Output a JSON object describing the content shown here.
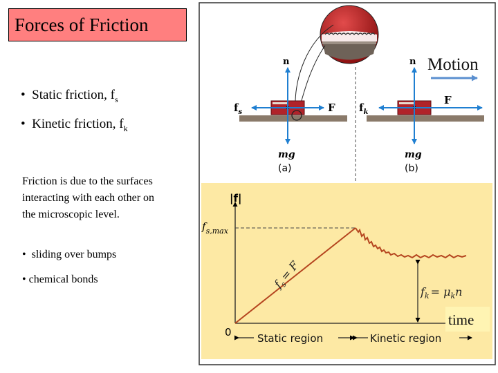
{
  "slide": {
    "title": "Forces of Friction",
    "bullets": [
      {
        "text": "Static friction, f",
        "sub": "s"
      },
      {
        "text": "Kinetic friction, f",
        "sub": "k"
      }
    ],
    "paragraph": "Friction is due to the surfaces interacting with each other on the microscopic level.",
    "sub_bullets": [
      "sliding over bumps",
      "chemical bonds"
    ]
  },
  "figure": {
    "motion_label": "Motion",
    "panel_a": {
      "normal": "n",
      "weight": "mg",
      "applied": "F",
      "friction": "f",
      "friction_sub": "s",
      "caption": "(a)"
    },
    "panel_b": {
      "normal": "n",
      "weight": "mg",
      "applied": "F",
      "friction": "f",
      "friction_sub": "k",
      "caption": "(b)"
    },
    "graph": {
      "y_axis_label": "|f|",
      "fsmax_label": "f",
      "fsmax_sub": "s,max",
      "zero_label": "0",
      "static_line_label": "f",
      "static_line_sub": "s",
      "static_line_rhs": "= F",
      "kinetic_label": "f",
      "kinetic_sub": "k",
      "kinetic_rhs": "= μ",
      "kinetic_mu_sub": "k",
      "kinetic_n": "n",
      "static_region": "Static region",
      "kinetic_region": "Kinetic region",
      "time_label": "time"
    }
  },
  "colors": {
    "title_bg": "#ff7f7f",
    "graph_bg": "#fde9a4",
    "force_arrow": "#1f7fd1",
    "curve": "#b5451f",
    "surface": "#8a7a6a",
    "block": "#b0232a"
  }
}
